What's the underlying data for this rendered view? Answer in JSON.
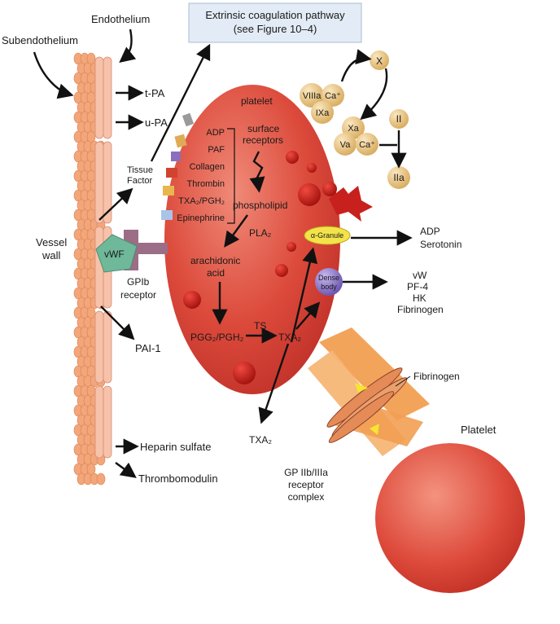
{
  "labels": {
    "endothelium": "Endothelium",
    "subendothelium": "Subendothelium",
    "extrinsic_line1": "Extrinsic coagulation pathway",
    "extrinsic_line2": "(see Figure 10–4)",
    "tpa": "t-PA",
    "upa": "u-PA",
    "tissue_factor_1": "Tissue",
    "tissue_factor_2": "Factor",
    "vessel_wall_1": "Vessel",
    "vessel_wall_2": "wall",
    "vwf": "vWF",
    "gpib_1": "GPIb",
    "gpib_2": "receptor",
    "pai1": "PAI-1",
    "heparin": "Heparin sulfate",
    "thrombomodulin": "Thrombomodulin",
    "platelet": "platelet",
    "platelet2": "Platelet",
    "surface_receptors_1": "surface",
    "surface_receptors_2": "receptors",
    "phospholipid": "phospholipid",
    "pla2": "PLA₂",
    "arachidonic_1": "arachidonic",
    "arachidonic_2": "acid",
    "pgg": "PGG₂/PGH₂",
    "ts": "TS",
    "txa2": "TXA₂",
    "txa2_out": "TXA₂",
    "alpha_granule": "α-Granule",
    "dense_body_1": "Dense",
    "dense_body_2": "body",
    "adp_out": "ADP",
    "serotonin_out": "Serotonin",
    "vw_out": "vW",
    "pf4_out": "PF-4",
    "hk_out": "HK",
    "fibrinogen_out": "Fibrinogen",
    "fibrinogen": "Fibrinogen",
    "gp_1": "GP IIb/IIIa",
    "gp_2": "receptor",
    "gp_3": "complex"
  },
  "agonists": [
    "ADP",
    "PAF",
    "Collagen",
    "Thrombin",
    "TXA₂/PGH₂",
    "Epinephrine"
  ],
  "factors": {
    "x": "X",
    "viiia": "VIIIa",
    "ca1": "Ca⁺",
    "ixa": "IXa",
    "xa": "Xa",
    "va": "Va",
    "ca2": "Ca⁺",
    "ii": "II",
    "iia": "IIa"
  },
  "colors": {
    "platelet": "#d9463a",
    "granule_red": "#c8201d",
    "vessel_cells": "#f3a67a",
    "endothelial": "#f7c2aa",
    "factor_ball": "#ecc98a",
    "alpha_granule": "#f3e34a",
    "dense_body": "#8e78c8",
    "vwf": "#6fb89a",
    "gpib": "#9b6d86",
    "bridge": "#f29f52",
    "box_fill": "#e3ecf6"
  }
}
